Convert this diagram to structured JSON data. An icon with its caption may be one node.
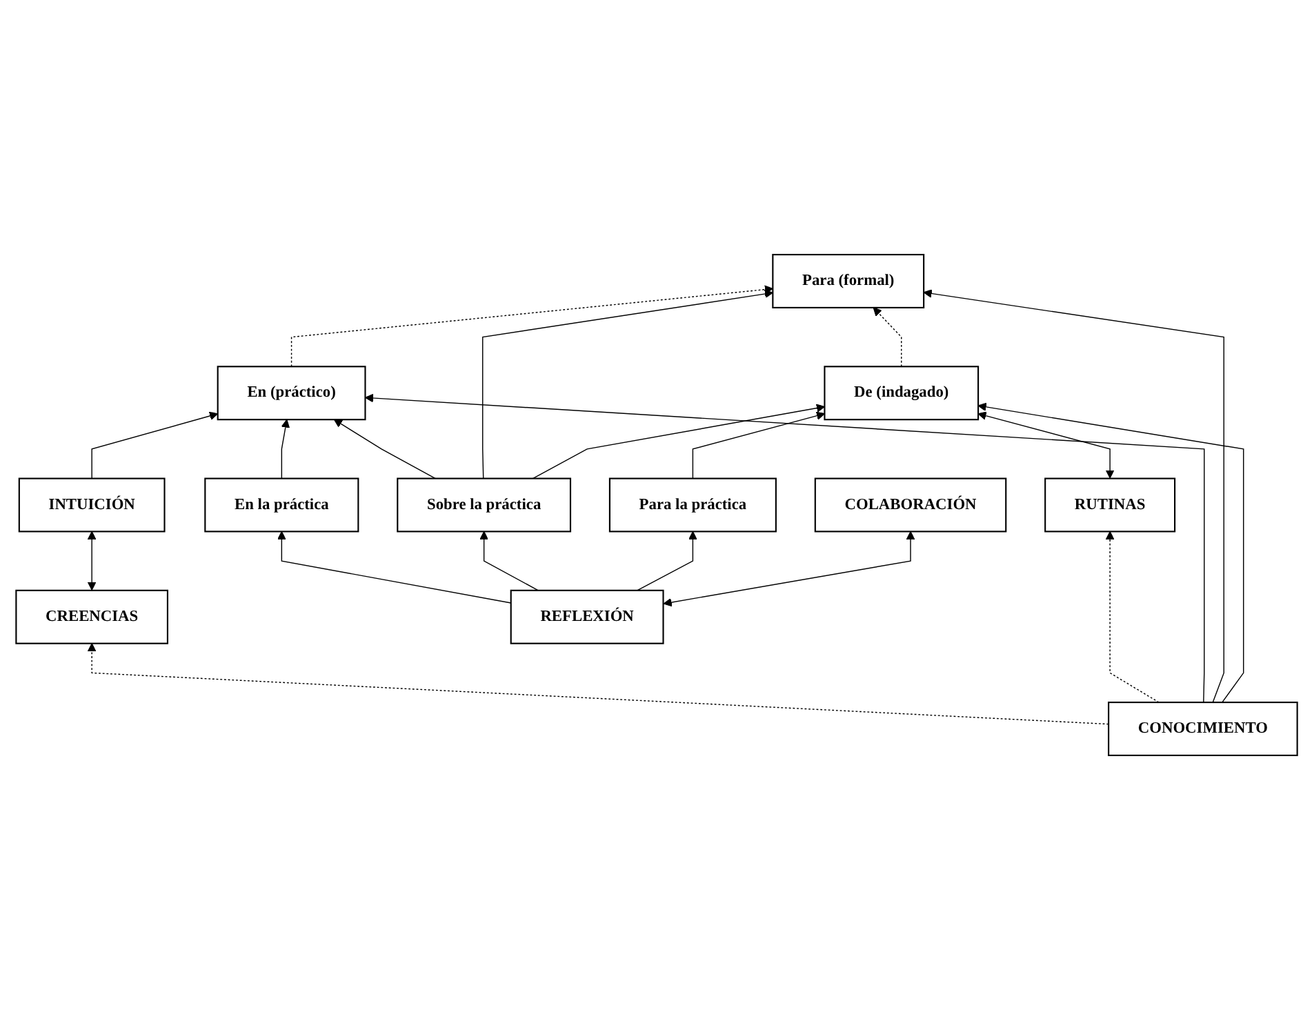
{
  "diagram": {
    "nodes": [
      {
        "text": [
          "CONOCIMIENTO"
        ]
      },
      {
        "text": [
          "CREENCIAS"
        ]
      },
      {
        "text": [
          "RUTINAS"
        ]
      },
      {
        "text": [
          "INTUICIÓN"
        ]
      },
      {
        "text": [
          "En (práctico)"
        ]
      },
      {
        "text": [
          "Para (formal)"
        ]
      },
      {
        "text": [
          "De (indagado)"
        ]
      },
      {
        "text": [
          "En la práctica"
        ]
      },
      {
        "text": [
          "Sobre la práctica"
        ]
      },
      {
        "text": [
          "Para la práctica"
        ]
      },
      {
        "text": [
          "REFLEXIÓN"
        ]
      },
      {
        "text": [
          "COLABORACIÓN"
        ]
      }
    ],
    "edges": [
      {
        "from": 0,
        "to": 1,
        "arrow": "to",
        "style": "dashed"
      },
      {
        "from": 0,
        "to": 2,
        "arrow": "to",
        "style": "dashed"
      },
      {
        "from": 0,
        "to": 4,
        "arrow": "to"
      },
      {
        "from": 0,
        "to": 5,
        "arrow": "to"
      },
      {
        "from": 0,
        "to": 6,
        "arrow": "to"
      },
      {
        "from": 1,
        "to": 3,
        "arrow": "both"
      },
      {
        "from": 2,
        "to": 6,
        "arrow": "both"
      },
      {
        "from": 3,
        "to": 4,
        "arrow": "to"
      },
      {
        "from": 4,
        "to": 5,
        "arrow": "to",
        "style": "dashed"
      },
      {
        "from": 6,
        "to": 5,
        "arrow": "to",
        "style": "dashed"
      },
      {
        "from": 7,
        "to": 4,
        "arrow": "to"
      },
      {
        "from": 8,
        "to": 4,
        "arrow": "to"
      },
      {
        "from": 8,
        "to": 5,
        "arrow": "to"
      },
      {
        "from": 8,
        "to": 6,
        "arrow": "to"
      },
      {
        "from": 9,
        "to": 6,
        "arrow": "to"
      },
      {
        "from": 10,
        "to": 7,
        "arrow": "to"
      },
      {
        "from": 10,
        "to": 8,
        "arrow": "to"
      },
      {
        "from": 10,
        "to": 9,
        "arrow": "to"
      },
      {
        "from": 10,
        "to": 11,
        "arrow": "both"
      }
    ]
  }
}
